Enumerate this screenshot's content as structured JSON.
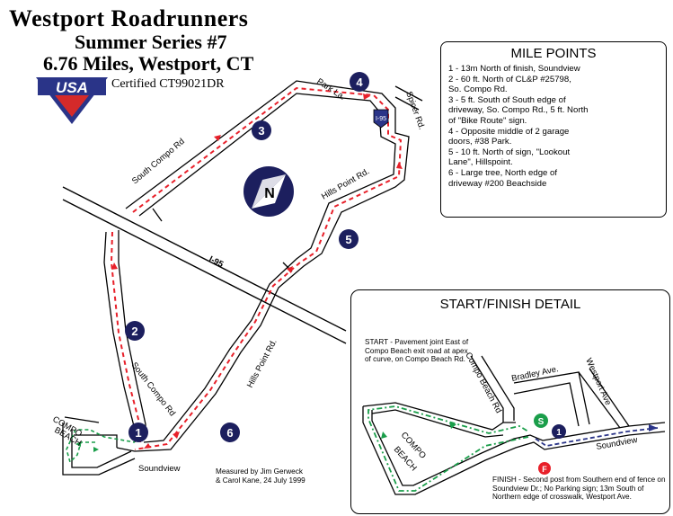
{
  "header": {
    "title": "Westport Roadrunners",
    "subtitle": "Summer Series #7",
    "distance": "6.76 Miles, Westport, CT",
    "certified": "Certified CT99021DR",
    "logo_text": "USA"
  },
  "mile_points": {
    "title": "MILE POINTS",
    "items": [
      "1 - 13m North of  finish, Soundview",
      "2 - 60 ft. North of CL&P #25798,",
      "So. Compo Rd.",
      "3 - 5 ft. South of South edge of",
      "driveway, So. Compo Rd., 5 ft. North",
      "of \"Bike Route\" sign.",
      "4 - Opposite middle of 2 garage",
      "doors, #38 Park.",
      "5 - 10 ft. North of sign, \"Lookout",
      "Lane\", Hillspoint.",
      "6 - Large tree, North edge of",
      "driveway #200 Beachside"
    ]
  },
  "map": {
    "roads": {
      "south_compo_top": "South Compo Rd",
      "south_compo_bottom": "South Compo Rd",
      "park_la": "Park La.",
      "spicer_rd": "Spicer Rd.",
      "hills_point_top": "Hills Point Rd.",
      "hills_point_bottom": "Hills Point Rd.",
      "i95": "I-95",
      "soundview": "Soundview",
      "compo_beach_line1": "COMPO",
      "compo_beach_line2": "BEACH"
    },
    "i95_shield": "I-95",
    "compass_letter": "N",
    "markers": [
      "1",
      "2",
      "3",
      "4",
      "5",
      "6"
    ],
    "measured_by": "Measured by Jim Gerweck",
    "measured_by_line2": "& Carol Kane, 24 July 1999"
  },
  "detail": {
    "title": "START/FINISH DETAIL",
    "start_note": "START - Pavement joint East of Compo Beach exit road at apex of curve, on Compo Beach Rd.",
    "finish_note": "FINISH - Second post from Southern end of fence on Soundview Dr.; No Parking sign; 13m South of Northern edge of crosswalk, Westport Ave.",
    "roads": {
      "compo_beach_rd": "Compo Beach Rd",
      "bradley_ave": "Bradley Ave.",
      "westport_ave": "Westport Ave",
      "soundview": "Soundview",
      "compo": "COMPO",
      "beach": "BEACH"
    },
    "start_marker": "S",
    "finish_marker": "F",
    "mile_marker": "1"
  },
  "colors": {
    "route_red": "#e8202a",
    "route_green": "#1a9e4a",
    "marker_navy": "#1c1f5e",
    "usa_red": "#d42a2a",
    "usa_blue": "#2a3488"
  }
}
